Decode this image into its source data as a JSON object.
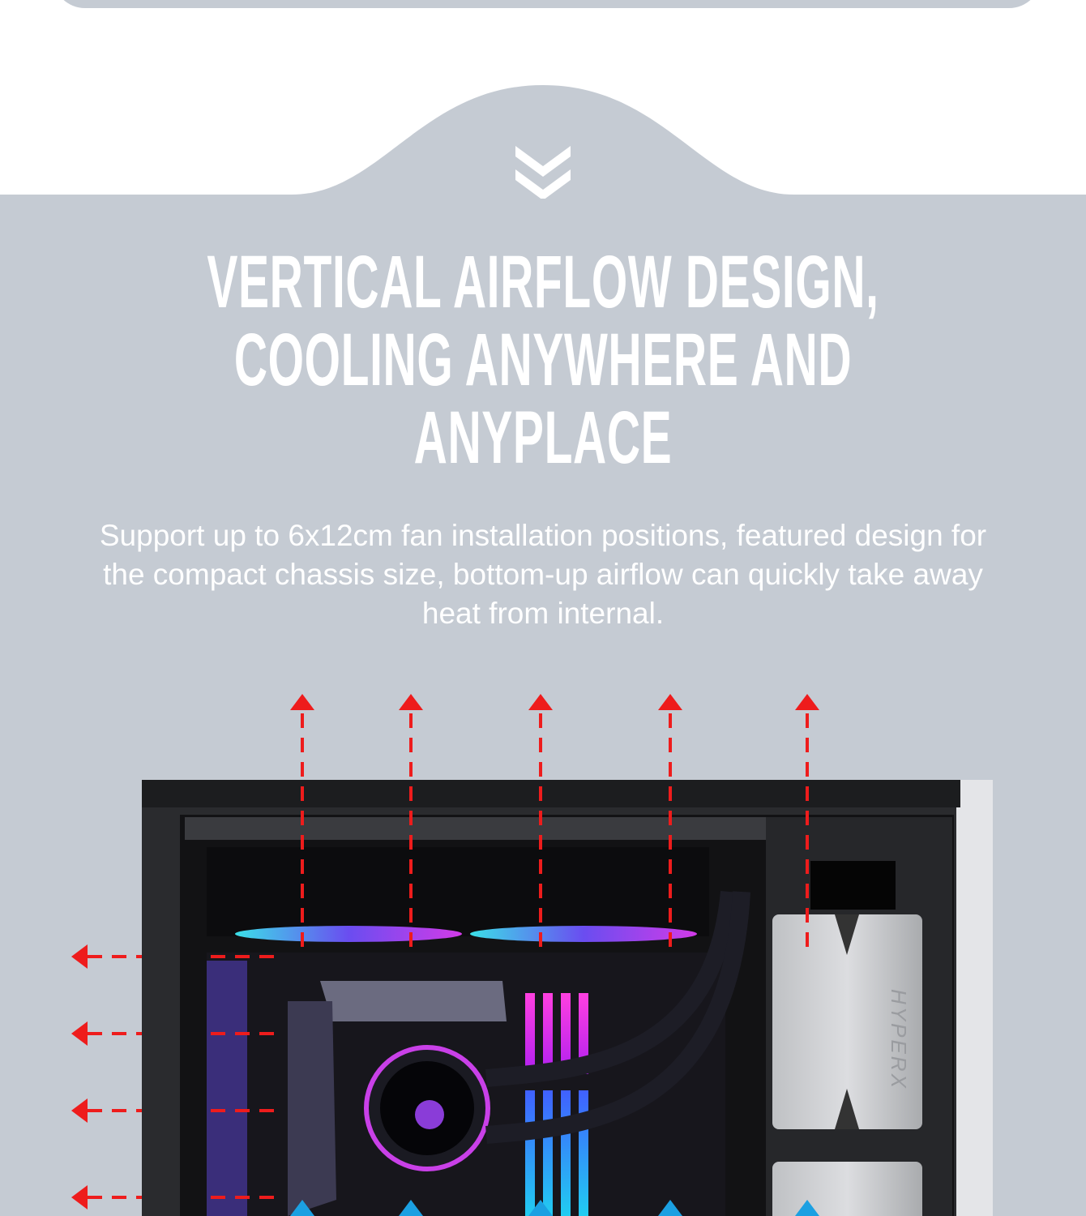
{
  "heading": {
    "lines": [
      "VERTICAL AIRFLOW DESIGN,",
      "COOLING ANYWHERE AND",
      "ANYPLACE"
    ]
  },
  "description": "Support up to 6x12cm fan installation positions, featured design for the compact chassis size, bottom-up airflow can quickly take away heat from internal.",
  "illustration": {
    "psu_brand_logo": "HYPERX",
    "arrow_colors": {
      "exhaust": "#ee1c1c",
      "intake": "#1ba0e2"
    },
    "background": "#c5cbd3"
  }
}
